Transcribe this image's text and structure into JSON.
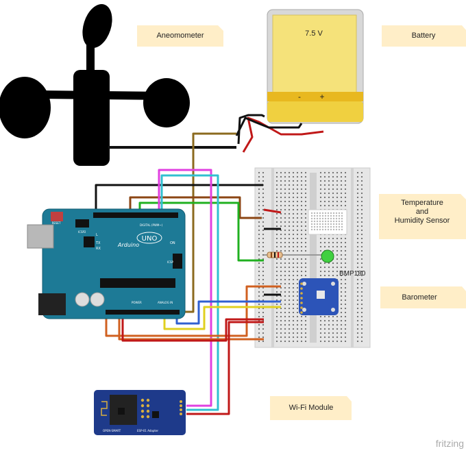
{
  "notes": {
    "anemometer": "Aneomometer",
    "battery": "Battery",
    "temp_line1": "Temperature",
    "temp_line2": "and",
    "temp_line3": "Humidity Sensor",
    "barometer": "Barometer",
    "wifi": "Wi-Fi Module"
  },
  "battery": {
    "voltage": "7.5 V",
    "minus": "-",
    "plus": "+"
  },
  "arduino": {
    "brand": "Arduino",
    "model": "UNO",
    "reset": "RESET",
    "icsp2": "ICSP2",
    "on": "ON",
    "icsp": "ICSP",
    "power": "POWER",
    "analog_in": "ANALOG IN",
    "digital": "DIGITAL (PWM~)",
    "tx": "TX",
    "rx": "RX",
    "l": "L"
  },
  "sensor": {
    "bmp_label": "BMP180"
  },
  "wifi_module": {
    "brand": "OPEN-SMART",
    "name": "ESP-01 Adapter"
  },
  "watermark": "fritzing",
  "colors": {
    "note": "#ffeec8",
    "arduino": "#1d7a96",
    "breadboard": "#e6e6e6",
    "battery_body": "#f5e27a",
    "battery_band": "#e8b820",
    "bmp_board": "#2c54b8",
    "wifi_board": "#1e3a8a",
    "wire_black": "#111111",
    "wire_brown": "#8b4513",
    "wire_tan": "#8b6a1e",
    "wire_magenta": "#e040e0",
    "wire_cyan": "#30c0d0",
    "wire_green": "#20b020",
    "wire_orange": "#d06020",
    "wire_red": "#c01818",
    "wire_blue": "#3060d0",
    "wire_yellow": "#e0d020"
  }
}
